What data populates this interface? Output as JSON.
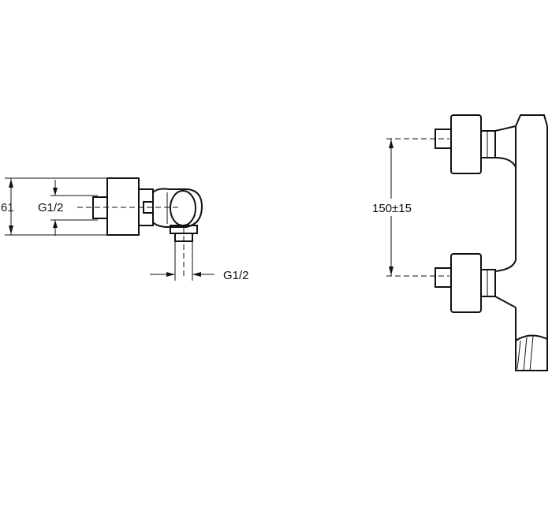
{
  "side_view": {
    "height_dim_label": "61",
    "inlet_thread_label": "G1/2",
    "outlet_thread_label": "G1/2"
  },
  "front_view": {
    "inlet_spacing_label": "150±15"
  }
}
